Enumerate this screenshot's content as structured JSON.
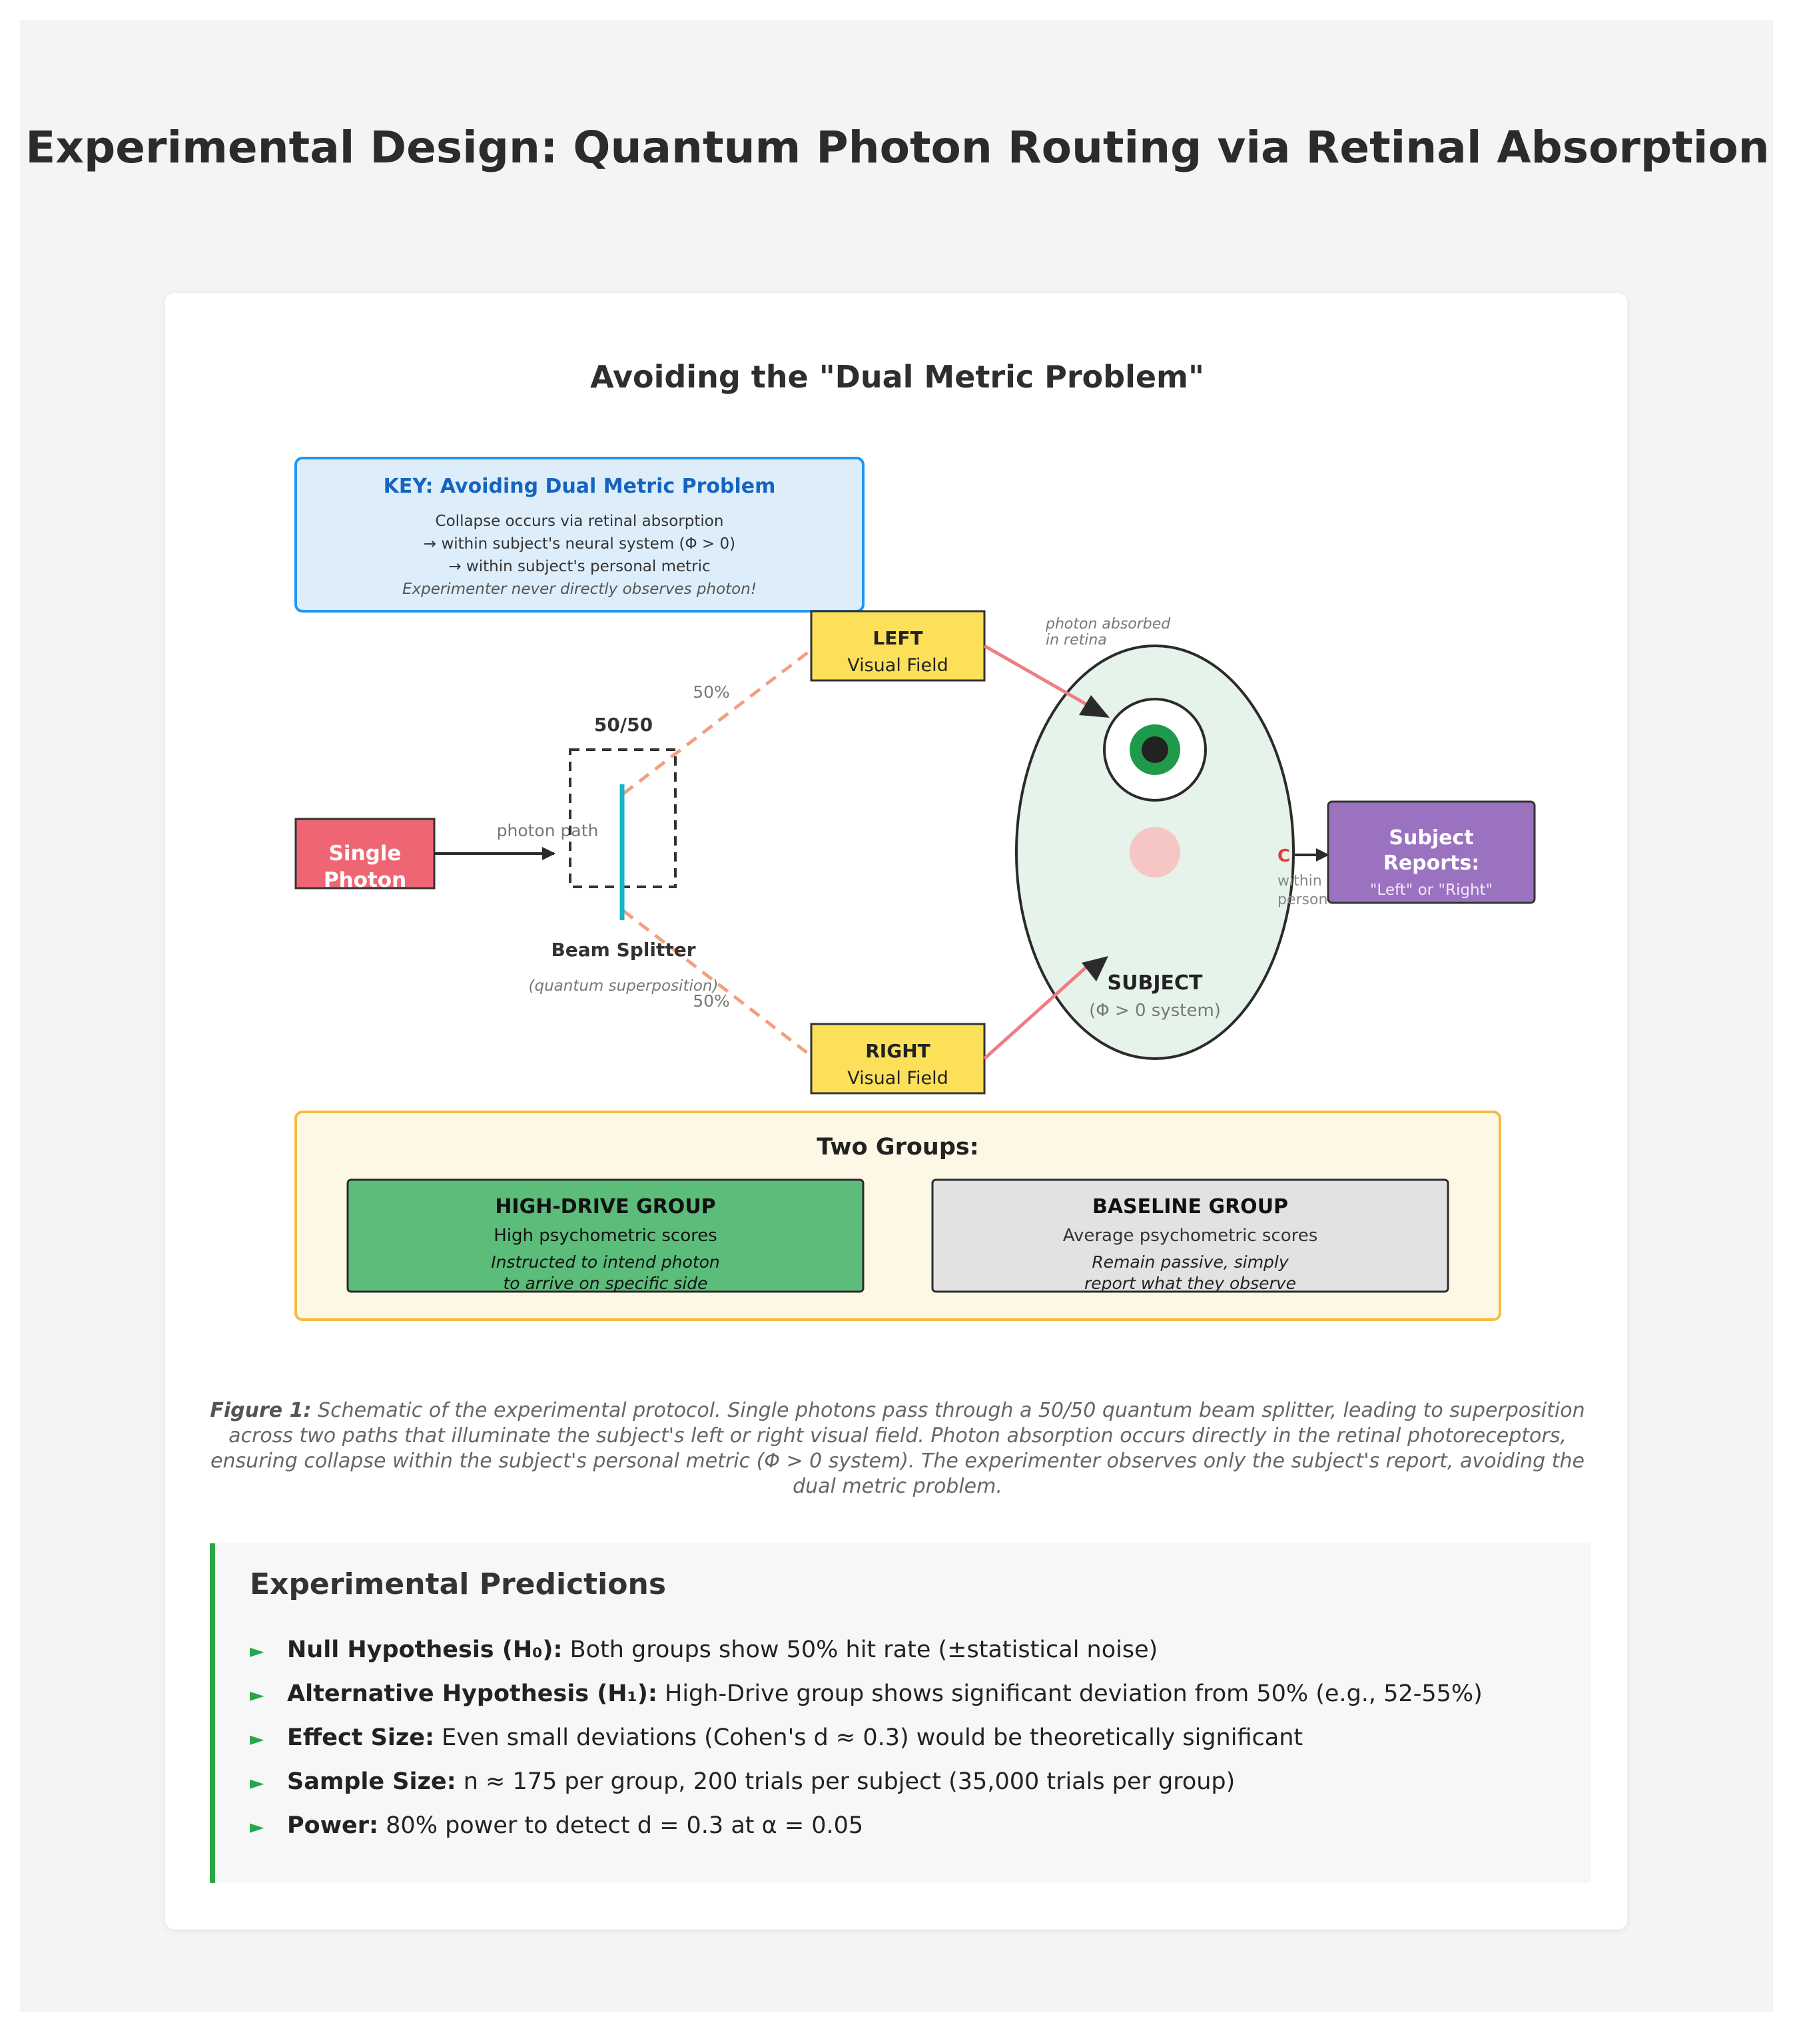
{
  "title": "Experimental Design: Quantum Photon Routing via Retinal Absorption",
  "diagram": {
    "heading": "Avoiding the \"Dual Metric Problem\"",
    "key": {
      "title": "KEY: Avoiding Dual Metric Problem",
      "lines": [
        "Collapse occurs via retinal absorption",
        "→ within subject's neural system (Φ > 0)",
        "→ within subject's personal metric"
      ],
      "note": "Experimenter never directly observes photon!"
    },
    "single_photon": {
      "line1": "Single",
      "line2": "Photon"
    },
    "photon_path_label": "photon path",
    "beam_splitter": {
      "ratio": "50/50",
      "label": "Beam Splitter",
      "sublabel": "(quantum superposition)"
    },
    "path_pct_top": "50%",
    "path_pct_bottom": "50%",
    "left_field": {
      "line1": "LEFT",
      "line2": "Visual Field"
    },
    "right_field": {
      "line1": "RIGHT",
      "line2": "Visual Field"
    },
    "absorbed_note": {
      "line1": "photon absorbed",
      "line2": "in retina"
    },
    "subject": {
      "label": "SUBJECT",
      "sublabel": "(Φ > 0 system)"
    },
    "collapse_fragments": {
      "c": "C",
      "within": "within",
      "person": "person"
    },
    "report": {
      "line1": "Subject",
      "line2": "Reports:",
      "line3": "\"Left\" or \"Right\""
    },
    "groups": {
      "title": "Two Groups:",
      "high_drive": {
        "name": "HIGH-DRIVE GROUP",
        "desc": "High psychometric scores",
        "instr1": "Instructed to intend photon",
        "instr2": "to arrive on specific side"
      },
      "baseline": {
        "name": "BASELINE GROUP",
        "desc": "Average psychometric scores",
        "instr1": "Remain passive, simply",
        "instr2": "report what they observe"
      }
    },
    "colors": {
      "photon": "#ee6674",
      "field": "#fce05a",
      "report": "#9b72c0",
      "high_drive": "#5cbd7b",
      "baseline": "#e2e2e2",
      "key_bg": "#ddeefa",
      "key_border": "#2196f3",
      "groups_bg": "#fdf8e6",
      "groups_border": "#f5bb45",
      "subject_bg": "#e5f3ea",
      "splitter": "#15b5c6"
    }
  },
  "caption": {
    "label": "Figure 1:",
    "text": "Schematic of the experimental protocol. Single photons pass through a 50/50 quantum beam splitter, leading to superposition across two paths that illuminate the subject's left or right visual field. Photon absorption occurs directly in the retinal photoreceptors, ensuring collapse within the subject's personal metric (Φ > 0 system). The experimenter observes only the subject's report, avoiding the dual metric problem."
  },
  "predictions": {
    "heading": "Experimental Predictions",
    "items": [
      {
        "label": "Null Hypothesis (H₀):",
        "text": " Both groups show 50% hit rate (±statistical noise)"
      },
      {
        "label": "Alternative Hypothesis (H₁):",
        "text": " High-Drive group shows significant deviation from 50% (e.g., 52-55%)"
      },
      {
        "label": "Effect Size:",
        "text": " Even small deviations (Cohen's d ≈ 0.3) would be theoretically significant"
      },
      {
        "label": "Sample Size:",
        "text": " n ≈ 175 per group, 200 trials per subject (35,000 trials per group)"
      },
      {
        "label": "Power:",
        "text": " 80% power to detect d = 0.3 at α = 0.05"
      }
    ]
  }
}
